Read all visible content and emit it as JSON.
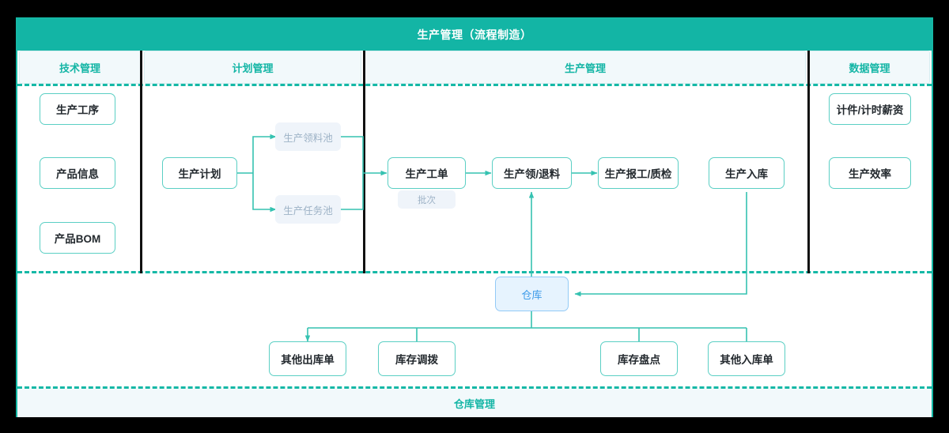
{
  "diagram": {
    "title": "生产管理（流程制造）",
    "footer": "仓库管理",
    "accent_color": "#13B5A5",
    "pool_color": "#9DB2C6",
    "warehouse_color": "#3D9BE9"
  },
  "columns": [
    {
      "id": "tech",
      "label": "技术管理"
    },
    {
      "id": "plan",
      "label": "计划管理"
    },
    {
      "id": "production",
      "label": "生产管理"
    },
    {
      "id": "data",
      "label": "数据管理"
    }
  ],
  "nodes": {
    "tech": [
      {
        "id": "process",
        "label": "生产工序"
      },
      {
        "id": "product",
        "label": "产品信息"
      },
      {
        "id": "bom",
        "label": "产品BOM"
      }
    ],
    "plan": [
      {
        "id": "plan",
        "label": "生产计划",
        "type": "box"
      },
      {
        "id": "material-pool",
        "label": "生产领料池",
        "type": "pool"
      },
      {
        "id": "task-pool",
        "label": "生产任务池",
        "type": "pool"
      }
    ],
    "production": [
      {
        "id": "work-order",
        "label": "生产工单",
        "type": "box"
      },
      {
        "id": "batch",
        "label": "批次",
        "type": "batch"
      },
      {
        "id": "issue-return",
        "label": "生产领/退料",
        "type": "box"
      },
      {
        "id": "report-qc",
        "label": "生产报工/质检",
        "type": "box"
      },
      {
        "id": "stock-in",
        "label": "生产入库",
        "type": "box"
      }
    ],
    "data": [
      {
        "id": "piece-wage",
        "label": "计件/计时薪资"
      },
      {
        "id": "efficiency",
        "label": "生产效率"
      }
    ],
    "warehouse": [
      {
        "id": "warehouse",
        "label": "仓库",
        "type": "warehouse"
      },
      {
        "id": "other-outbound",
        "label": "其他出库单",
        "type": "box"
      },
      {
        "id": "transfer",
        "label": "库存调拨",
        "type": "box"
      },
      {
        "id": "stocktake",
        "label": "库存盘点",
        "type": "box"
      },
      {
        "id": "other-inbound",
        "label": "其他入库单",
        "type": "box"
      }
    ]
  }
}
